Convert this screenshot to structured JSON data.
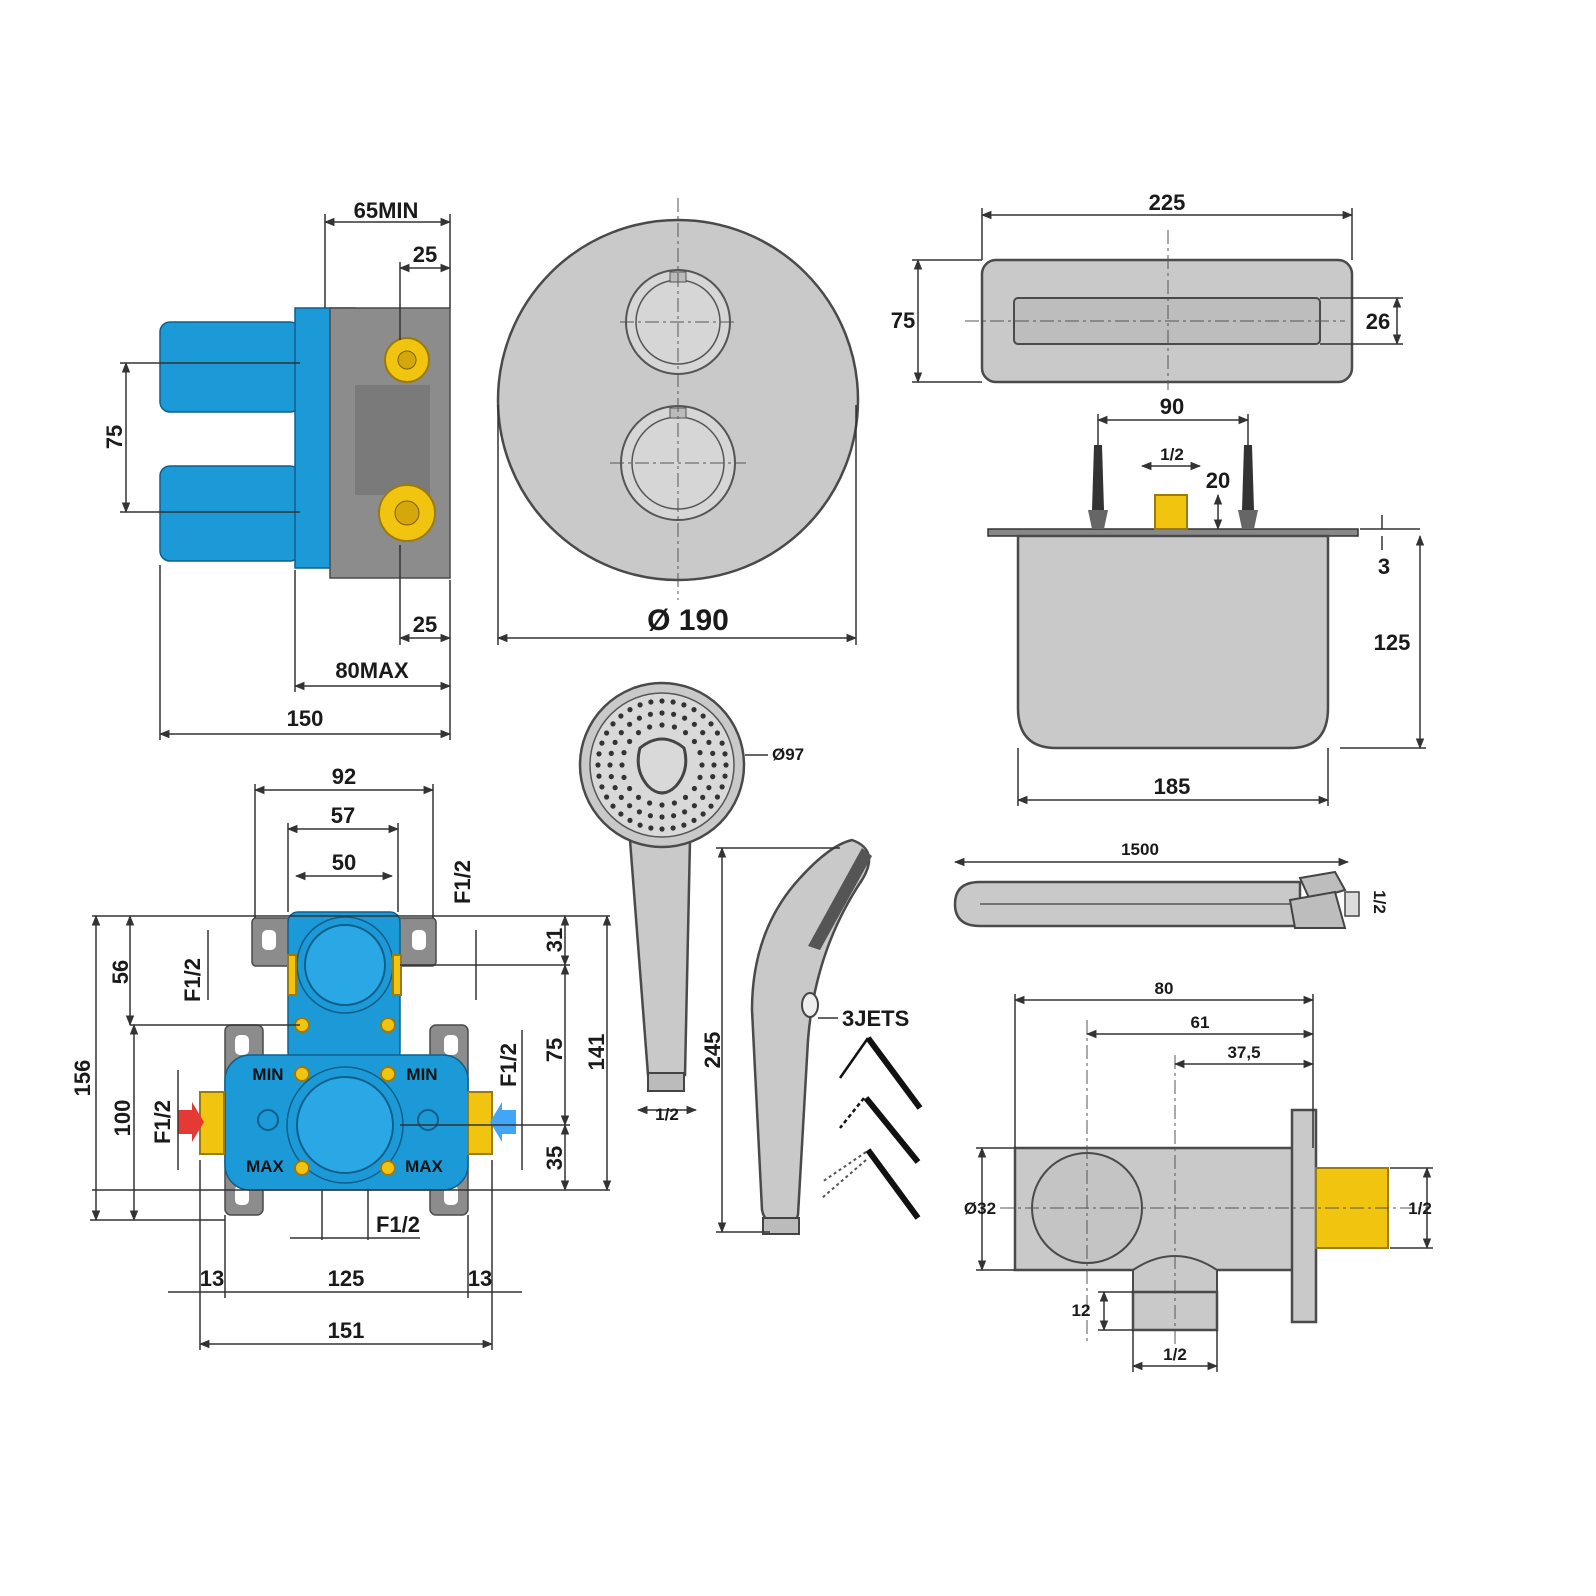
{
  "valve_side": {
    "dims": [
      "65MIN",
      "25",
      "75",
      "25",
      "80MAX",
      "150"
    ]
  },
  "faceplate": {
    "diameter": "Ø 190"
  },
  "spout_top": {
    "dims": [
      "225",
      "75",
      "26"
    ]
  },
  "spout_side": {
    "dims": [
      "90",
      "1/2",
      "20",
      "3",
      "125",
      "185"
    ]
  },
  "handshower": {
    "diameter": "Ø97",
    "outlet": "1/2",
    "length": "245",
    "jets_label": "3JETS"
  },
  "hose": {
    "length": "1500",
    "thread": "1/2"
  },
  "valve_front": {
    "labels": [
      "MIN",
      "MIN",
      "MAX",
      "MAX"
    ],
    "dims": [
      "92",
      "57",
      "50",
      "F1/2",
      "F1/2",
      "56",
      "31",
      "156",
      "100",
      "F1/2",
      "F1/2",
      "75",
      "141",
      "35",
      "F1/2",
      "13",
      "125",
      "13",
      "151"
    ]
  },
  "elbow": {
    "dims": [
      "80",
      "61",
      "37,5",
      "Ø32",
      "1/2",
      "12",
      "1/2"
    ]
  },
  "colors": {
    "metal": "#c9c9c9",
    "body_blue": "#1c9ad8",
    "brass": "#f1c40f",
    "hot": "#e53935",
    "cold": "#42a5f5"
  }
}
